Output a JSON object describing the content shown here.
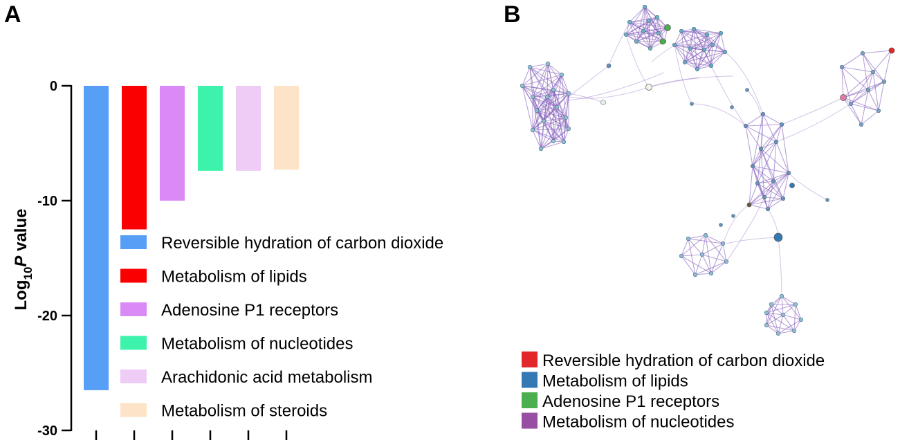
{
  "panels": {
    "a": "A",
    "b": "B"
  },
  "chart_data": [
    {
      "type": "bar",
      "ylabel_main": "Log",
      "ylabel_sub": "10",
      "ylabel_italic": "P",
      "ylabel_rest": " value",
      "ylim": [
        -30,
        0
      ],
      "yticks": [
        0,
        -10,
        -20,
        -30
      ],
      "ytick_labels": [
        "0",
        "-10",
        "-20",
        "-30"
      ],
      "grid": false,
      "legend_placement": "inside, lower-right",
      "categories": [
        "Reversible hydration of carbon dioxide",
        "Metabolism of lipids",
        "Adenosine P1 receptors",
        "Metabolism of nucleotides",
        "Arachidonic acid metabolism",
        "Metabolism of steroids"
      ],
      "values": [
        -26.5,
        -12.5,
        -10.0,
        -7.4,
        -7.4,
        -7.3
      ],
      "colors": [
        "#579ef7",
        "#fb0000",
        "#d98af5",
        "#3df2aa",
        "#efccf6",
        "#fde3c7"
      ]
    },
    {
      "type": "network",
      "legend": [
        {
          "label": "Reversible hydration of carbon dioxide",
          "color": "#e2262a"
        },
        {
          "label": "Metabolism of lipids",
          "color": "#3579b4"
        },
        {
          "label": "Adenosine P1 receptors",
          "color": "#4bae4f"
        },
        {
          "label": "Metabolism of nucleotides",
          "color": "#984ea3"
        }
      ],
      "edge_color": "#7d55b8"
    }
  ]
}
